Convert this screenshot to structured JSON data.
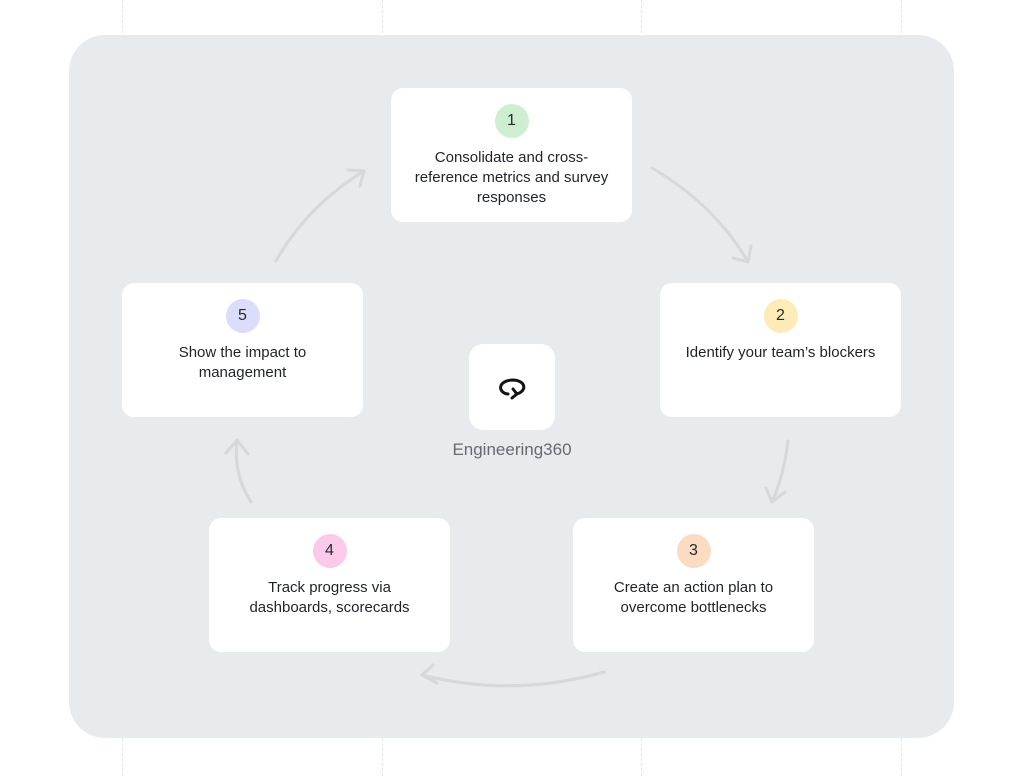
{
  "center": {
    "label": "Engineering360",
    "icon": "loop-icon"
  },
  "steps": [
    {
      "number": "1",
      "text": "Consolidate and cross-reference metrics and survey responses",
      "color": "#cdefd0"
    },
    {
      "number": "2",
      "text": "Identify your team’s blockers",
      "color": "#fdebb8"
    },
    {
      "number": "3",
      "text": "Create an action plan to overcome bottlenecks",
      "color": "#fbdcc2"
    },
    {
      "number": "4",
      "text": "Track progress via dashboards, scorecards",
      "color": "#fbc9ea"
    },
    {
      "number": "5",
      "text": "Show the impact to management",
      "color": "#dcdcfb"
    }
  ],
  "colors": {
    "background": "#e7ebed",
    "card": "#ffffff",
    "arrow": "#d6d8da",
    "text": "#1f2329",
    "label": "#666b72"
  }
}
